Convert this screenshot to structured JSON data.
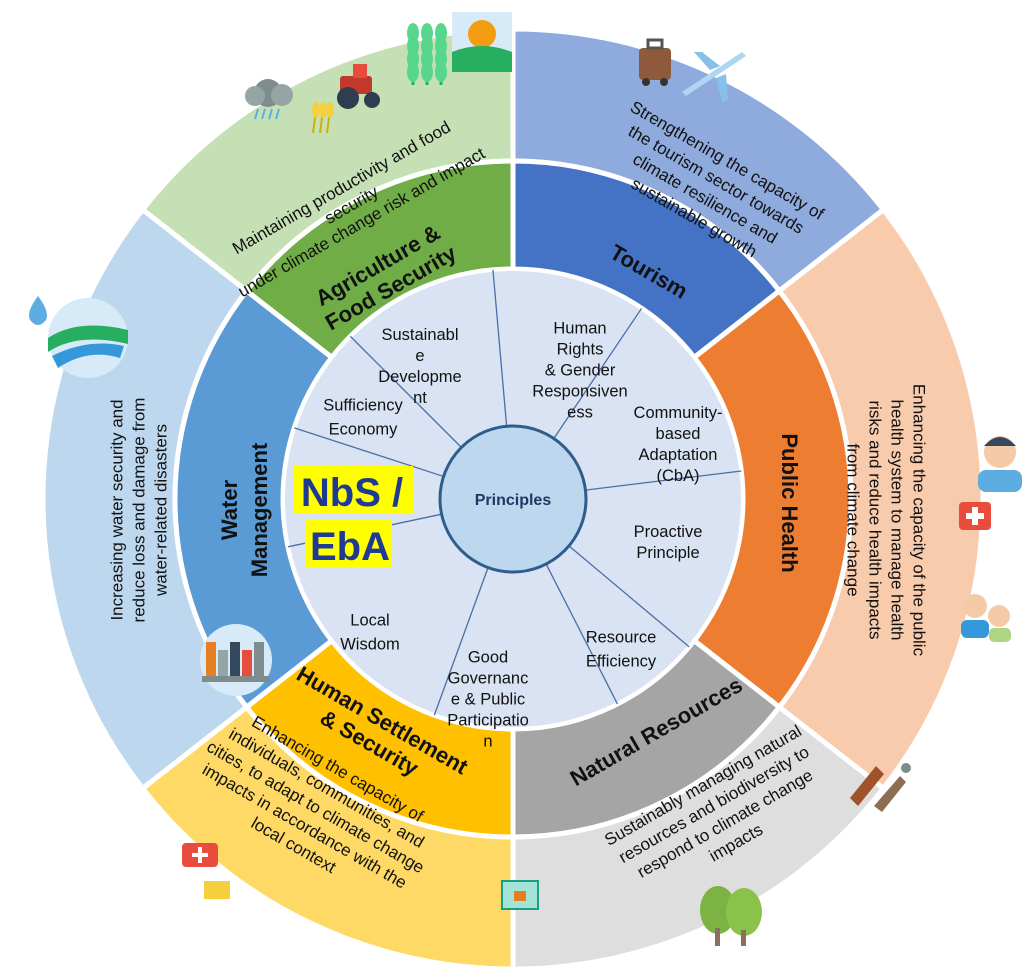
{
  "center": {
    "label": "Principles",
    "badge_line1": "NbS /",
    "badge_line2": "EbA"
  },
  "sectors": [
    {
      "id": "agriculture",
      "title_lines": [
        "Agriculture &",
        "Food Security"
      ],
      "outer_lines": [
        "Maintaining productivity and food",
        "security",
        "under climate change risk and impact"
      ],
      "colors": {
        "inner": "#70ad47",
        "outer": "#c5e0b4"
      },
      "icons": [
        "cloud-rain-icon",
        "wheat-icon",
        "tractor-icon",
        "plant-icon",
        "sun-field-icon"
      ]
    },
    {
      "id": "tourism",
      "title_lines": [
        "Tourism"
      ],
      "outer_lines": [
        "Strengthening the capacity of",
        "the tourism sector towards",
        "climate resilience and",
        "sustainable growth"
      ],
      "colors": {
        "inner": "#4472c4",
        "outer": "#8faadc"
      },
      "icons": [
        "luggage-icon",
        "airplane-icon"
      ]
    },
    {
      "id": "public-health",
      "title_lines": [
        "Public Health"
      ],
      "outer_lines": [
        "Enhancing the capacity of the public",
        "health system to manage health",
        "risks and reduce health impacts",
        "from climate change"
      ],
      "colors": {
        "inner": "#ed7d31",
        "outer": "#f8cbad"
      },
      "icons": [
        "doctor-icon",
        "first-aid-kit-icon",
        "patient-care-icon"
      ]
    },
    {
      "id": "natural-resources",
      "title_lines": [
        "Natural Resources"
      ],
      "outer_lines": [
        "Sustainably managing natural",
        "resources and biodiversity to",
        "respond to climate change",
        "impacts"
      ],
      "colors": {
        "inner": "#a5a5a5",
        "outer": "#dedede"
      },
      "icons": [
        "deforestation-icon",
        "tree-icon"
      ]
    },
    {
      "id": "human-settlement",
      "title_lines": [
        "Human Settlement",
        "& Security"
      ],
      "outer_lines": [
        "Enhancing the capacity of",
        "individuals, communities, and",
        "cities, to adapt to climate change",
        "impacts in accordance with the",
        "local context"
      ],
      "colors": {
        "inner": "#ffc000",
        "outer": "#ffd966"
      },
      "icons": [
        "city-icon",
        "emergency-icon",
        "map-planning-icon"
      ]
    },
    {
      "id": "water-management",
      "title_lines": [
        "Water",
        "Management"
      ],
      "outer_lines": [
        "Increasing water security and",
        "reduce loss and damage from",
        "water-related disasters"
      ],
      "colors": {
        "inner": "#5b9bd5",
        "outer": "#bdd7ee"
      },
      "icons": [
        "water-drop-icon",
        "river-icon"
      ]
    }
  ],
  "principles": [
    {
      "lines": [
        "Sustainabl",
        "e",
        "Developme",
        "nt"
      ]
    },
    {
      "lines": [
        "Human",
        "Rights",
        "& Gender",
        "Responsiven",
        "ess"
      ]
    },
    {
      "lines": [
        "Community-",
        "based",
        "Adaptation",
        "(CbA)"
      ]
    },
    {
      "lines": [
        "Proactive",
        "Principle"
      ]
    },
    {
      "lines": [
        "Resource",
        "Efficiency"
      ]
    },
    {
      "lines": [
        "Good",
        "Governanc",
        "e & Public",
        "Participatio",
        "n"
      ]
    },
    {
      "lines": [
        "Local",
        "Wisdom"
      ]
    },
    {
      "lines": [
        "Sufficiency",
        "Economy"
      ]
    }
  ],
  "colors": {
    "principle_ring": "#dae3f3",
    "center_fill": "#bdd7ee",
    "center_stroke": "#2e5d8c",
    "ring_stroke": "#ffffff",
    "spoke": "#4a6fa5",
    "badge": "#ffff00"
  }
}
